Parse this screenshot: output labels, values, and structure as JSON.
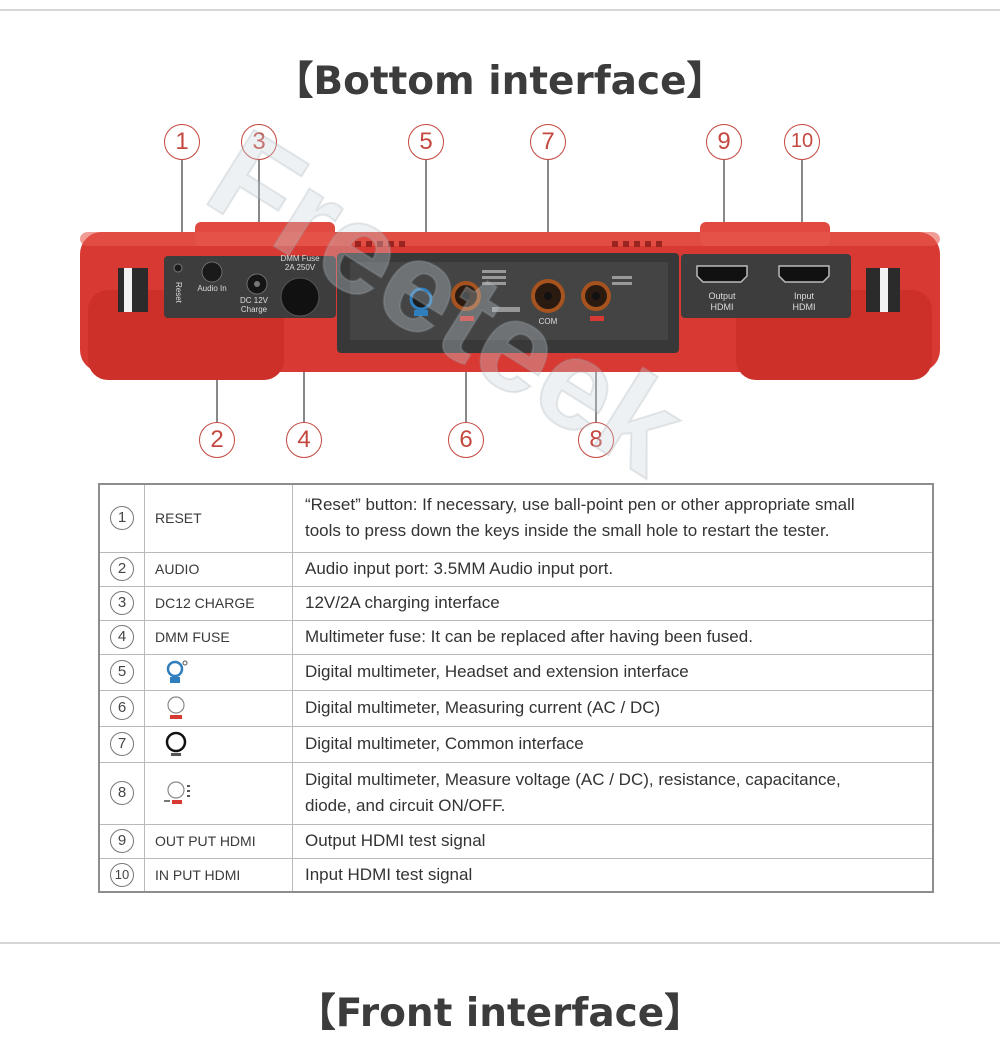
{
  "title": "【Bottom interface】",
  "bottom_title": "【Front interface】",
  "watermark": "Freeteek",
  "callouts": [
    "1",
    "2",
    "3",
    "4",
    "5",
    "6",
    "7",
    "8",
    "9",
    "10"
  ],
  "device_labels": {
    "reset": "Reset",
    "audio_in": "Audio In",
    "dc12v": "DC 12V",
    "charge": "Charge",
    "dmm_fuse": "DMM Fuse",
    "fuse_rating": "2A 250V",
    "com": "COM",
    "output_hdmi": "Output HDMI",
    "input_hdmi": "Input HDMI"
  },
  "colors": {
    "body_red": "#d83a33",
    "panel_dark": "#3d3d3d",
    "callout": "#c54840",
    "port_orange": "#a6531f",
    "jack_blue": "#2f7fbf"
  },
  "table": {
    "rows": [
      {
        "num": "1",
        "name": "RESET",
        "desc": [
          "“Reset” button: If necessary, use ball-point pen or other appropriate small",
          "tools to press down the keys inside the small hole to restart the tester."
        ]
      },
      {
        "num": "2",
        "name": "AUDIO",
        "desc": [
          "Audio input port: 3.5MM Audio input port."
        ]
      },
      {
        "num": "3",
        "name": "DC12 CHARGE",
        "desc": [
          "12V/2A charging interface"
        ]
      },
      {
        "num": "4",
        "name": "DMM FUSE",
        "desc": [
          "Multimeter fuse: It can be replaced after having been fused."
        ]
      },
      {
        "num": "5",
        "name": "",
        "icon": "headset-jack-icon",
        "desc": [
          "Digital multimeter, Headset and extension interface"
        ]
      },
      {
        "num": "6",
        "name": "",
        "icon": "current-jack-icon",
        "desc": [
          "Digital multimeter, Measuring current (AC / DC)"
        ]
      },
      {
        "num": "7",
        "name": "",
        "icon": "com-jack-icon",
        "desc": [
          "Digital multimeter, Common interface"
        ]
      },
      {
        "num": "8",
        "name": "",
        "icon": "voltage-jack-icon",
        "desc": [
          "Digital multimeter, Measure voltage (AC / DC), resistance, capacitance,",
          "diode, and circuit ON/OFF."
        ]
      },
      {
        "num": "9",
        "name": "OUT PUT HDMI",
        "desc": [
          "Output HDMI test signal"
        ]
      },
      {
        "num": "10",
        "name": "IN PUT HDMI",
        "desc": [
          "Input HDMI test signal"
        ]
      }
    ]
  }
}
